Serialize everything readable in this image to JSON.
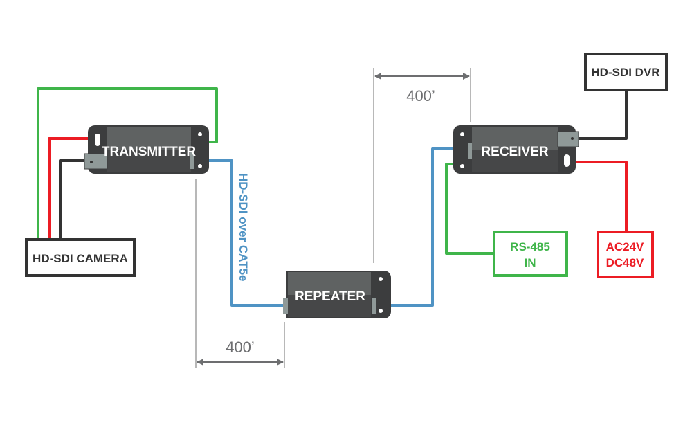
{
  "devices": {
    "transmitter": "TRANSMITTER",
    "repeater": "REPEATER",
    "receiver": "RECEIVER"
  },
  "endpoints": {
    "camera": "HD-SDI CAMERA",
    "dvr": "HD-SDI DVR",
    "rs485_line1": "RS-485",
    "rs485_line2": "IN",
    "power_line1": "AC24V",
    "power_line2": "DC48V"
  },
  "cable_label": "HD-SDI over CAT5e",
  "distances": {
    "transmitter_to_repeater": "400’",
    "repeater_to_receiver": "400’"
  },
  "colors": {
    "video": "#4f93c4",
    "data": "#3fb54a",
    "power": "#ec1c24",
    "ground": "#333333",
    "device_top": "#5f6262",
    "device_bottom": "#464748",
    "dimension": "#9a9a9a"
  }
}
